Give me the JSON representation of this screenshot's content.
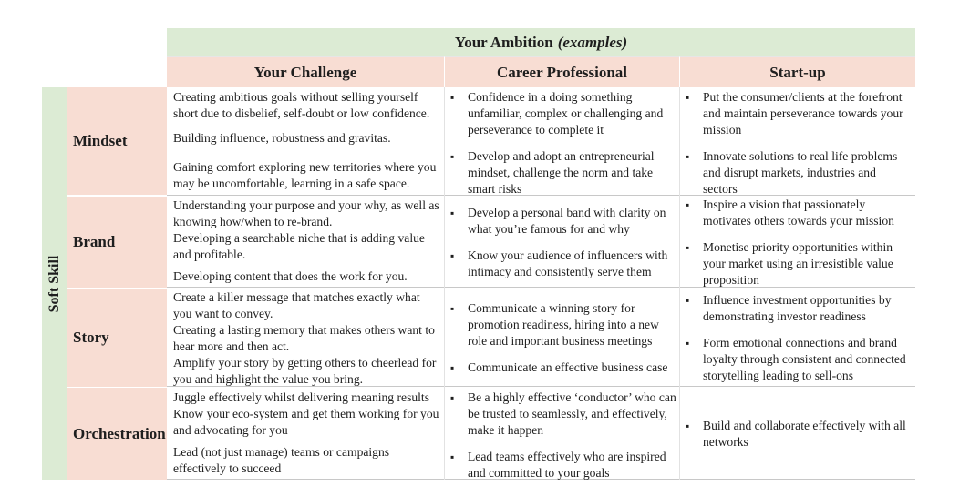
{
  "header": {
    "ambition_title": "Your Ambition",
    "ambition_note": "(examples)",
    "col_challenge": "Your Challenge",
    "col_career": "Career Professional",
    "col_startup": "Start-up"
  },
  "side_label": "Soft Skill",
  "rows": [
    {
      "skill": "Mindset",
      "challenge": [
        "Creating ambitious goals without selling yourself short due to disbelief, self-doubt or low confidence.",
        "Building influence, robustness and gravitas.",
        "Gaining comfort exploring new territories where you may be uncomfortable, learning in a safe space."
      ],
      "career": [
        "Confidence in a doing something unfamiliar, complex or challenging and perseverance to complete it",
        "Develop and adopt an entrepreneurial mindset, challenge the norm and take smart risks"
      ],
      "startup": [
        "Put the consumer/clients at the forefront and maintain perseverance towards your mission",
        "Innovate solutions to real life problems and disrupt markets, industries and sectors"
      ]
    },
    {
      "skill": "Brand",
      "challenge": [
        "Understanding your purpose and your why, as well as knowing how/when to re-brand.",
        "Developing a searchable niche that is adding value and profitable.",
        "Developing content that does the work for you."
      ],
      "career": [
        "Develop a personal band with clarity on what you’re famous for and why",
        "Know your audience of influencers with intimacy and consistently serve them"
      ],
      "startup": [
        "Inspire a vision that passionately motivates others towards your mission",
        "Monetise priority opportunities within your market using an irresistible value proposition"
      ]
    },
    {
      "skill": "Story",
      "challenge": [
        "Create a killer message that matches exactly what you want to convey.",
        "Creating a lasting memory that makes others want to hear more and then act.",
        "Amplify your story by getting others to cheerlead for you and highlight the value you bring."
      ],
      "career": [
        "Communicate a winning story for promotion readiness, hiring into a new role and important business meetings",
        "Communicate an effective business case"
      ],
      "startup": [
        "Influence investment opportunities by demonstrating investor readiness",
        "Form emotional connections and brand loyalty through consistent and connected storytelling leading to sell-ons"
      ]
    },
    {
      "skill": "Orchestration",
      "challenge": [
        "Juggle effectively whilst delivering meaning results",
        "Know your eco-system and get them working for you and advocating for you",
        "Lead (not just manage) teams or campaigns effectively to succeed"
      ],
      "career": [
        "Be a highly effective ‘conductor’ who can be trusted to seamlessly, and effectively, make it happen",
        "Lead teams effectively who are inspired and committed to your goals"
      ],
      "startup": [
        "Build and collaborate effectively with all networks"
      ]
    }
  ]
}
